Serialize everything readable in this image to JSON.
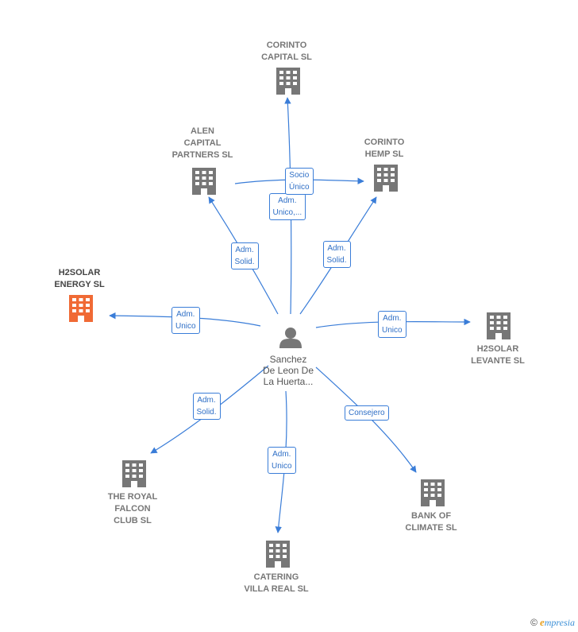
{
  "colors": {
    "edge": "#3a7dd8",
    "building": "#777777",
    "building_highlight": "#f06a35",
    "person": "#777777"
  },
  "center": {
    "name": "Sanchez\nDe Leon De\nLa Huerta...",
    "icon": "person-icon"
  },
  "nodes": [
    {
      "id": "corinto-capital",
      "name": "CORINTO\nCAPITAL  SL",
      "icon": "building-icon",
      "highlight": false
    },
    {
      "id": "alen-capital",
      "name": "ALEN\nCAPITAL\nPARTNERS  SL",
      "icon": "building-icon",
      "highlight": false
    },
    {
      "id": "corinto-hemp",
      "name": "CORINTO\nHEMP  SL",
      "icon": "building-icon",
      "highlight": false
    },
    {
      "id": "h2solar-energy",
      "name": "H2SOLAR\nENERGY  SL",
      "icon": "building-icon",
      "highlight": true
    },
    {
      "id": "h2solar-levante",
      "name": "H2SOLAR\nLEVANTE  SL",
      "icon": "building-icon",
      "highlight": false
    },
    {
      "id": "royal-falcon",
      "name": "THE ROYAL\nFALCON\nCLUB  SL",
      "icon": "building-icon",
      "highlight": false
    },
    {
      "id": "catering-villa",
      "name": "CATERING\nVILLA REAL  SL",
      "icon": "building-icon",
      "highlight": false
    },
    {
      "id": "bank-climate",
      "name": "BANK OF\nCLIMATE  SL",
      "icon": "building-icon",
      "highlight": false
    }
  ],
  "edges": [
    {
      "from": "center",
      "to": "corinto-capital",
      "label": "Adm.\nUnico,..."
    },
    {
      "from": "alen-capital",
      "to": "corinto-hemp",
      "label": "Socio\nÚnico"
    },
    {
      "from": "center",
      "to": "alen-capital",
      "label": "Adm.\nSolid."
    },
    {
      "from": "center",
      "to": "corinto-hemp",
      "label": "Adm.\nSolid."
    },
    {
      "from": "center",
      "to": "h2solar-energy",
      "label": "Adm.\nUnico"
    },
    {
      "from": "center",
      "to": "h2solar-levante",
      "label": "Adm.\nUnico"
    },
    {
      "from": "center",
      "to": "royal-falcon",
      "label": "Adm.\nSolid."
    },
    {
      "from": "center",
      "to": "catering-villa",
      "label": "Adm.\nUnico"
    },
    {
      "from": "center",
      "to": "bank-climate",
      "label": "Consejero"
    }
  ],
  "brand": {
    "copyright": "©",
    "initial": "e",
    "name": "mpresia"
  }
}
